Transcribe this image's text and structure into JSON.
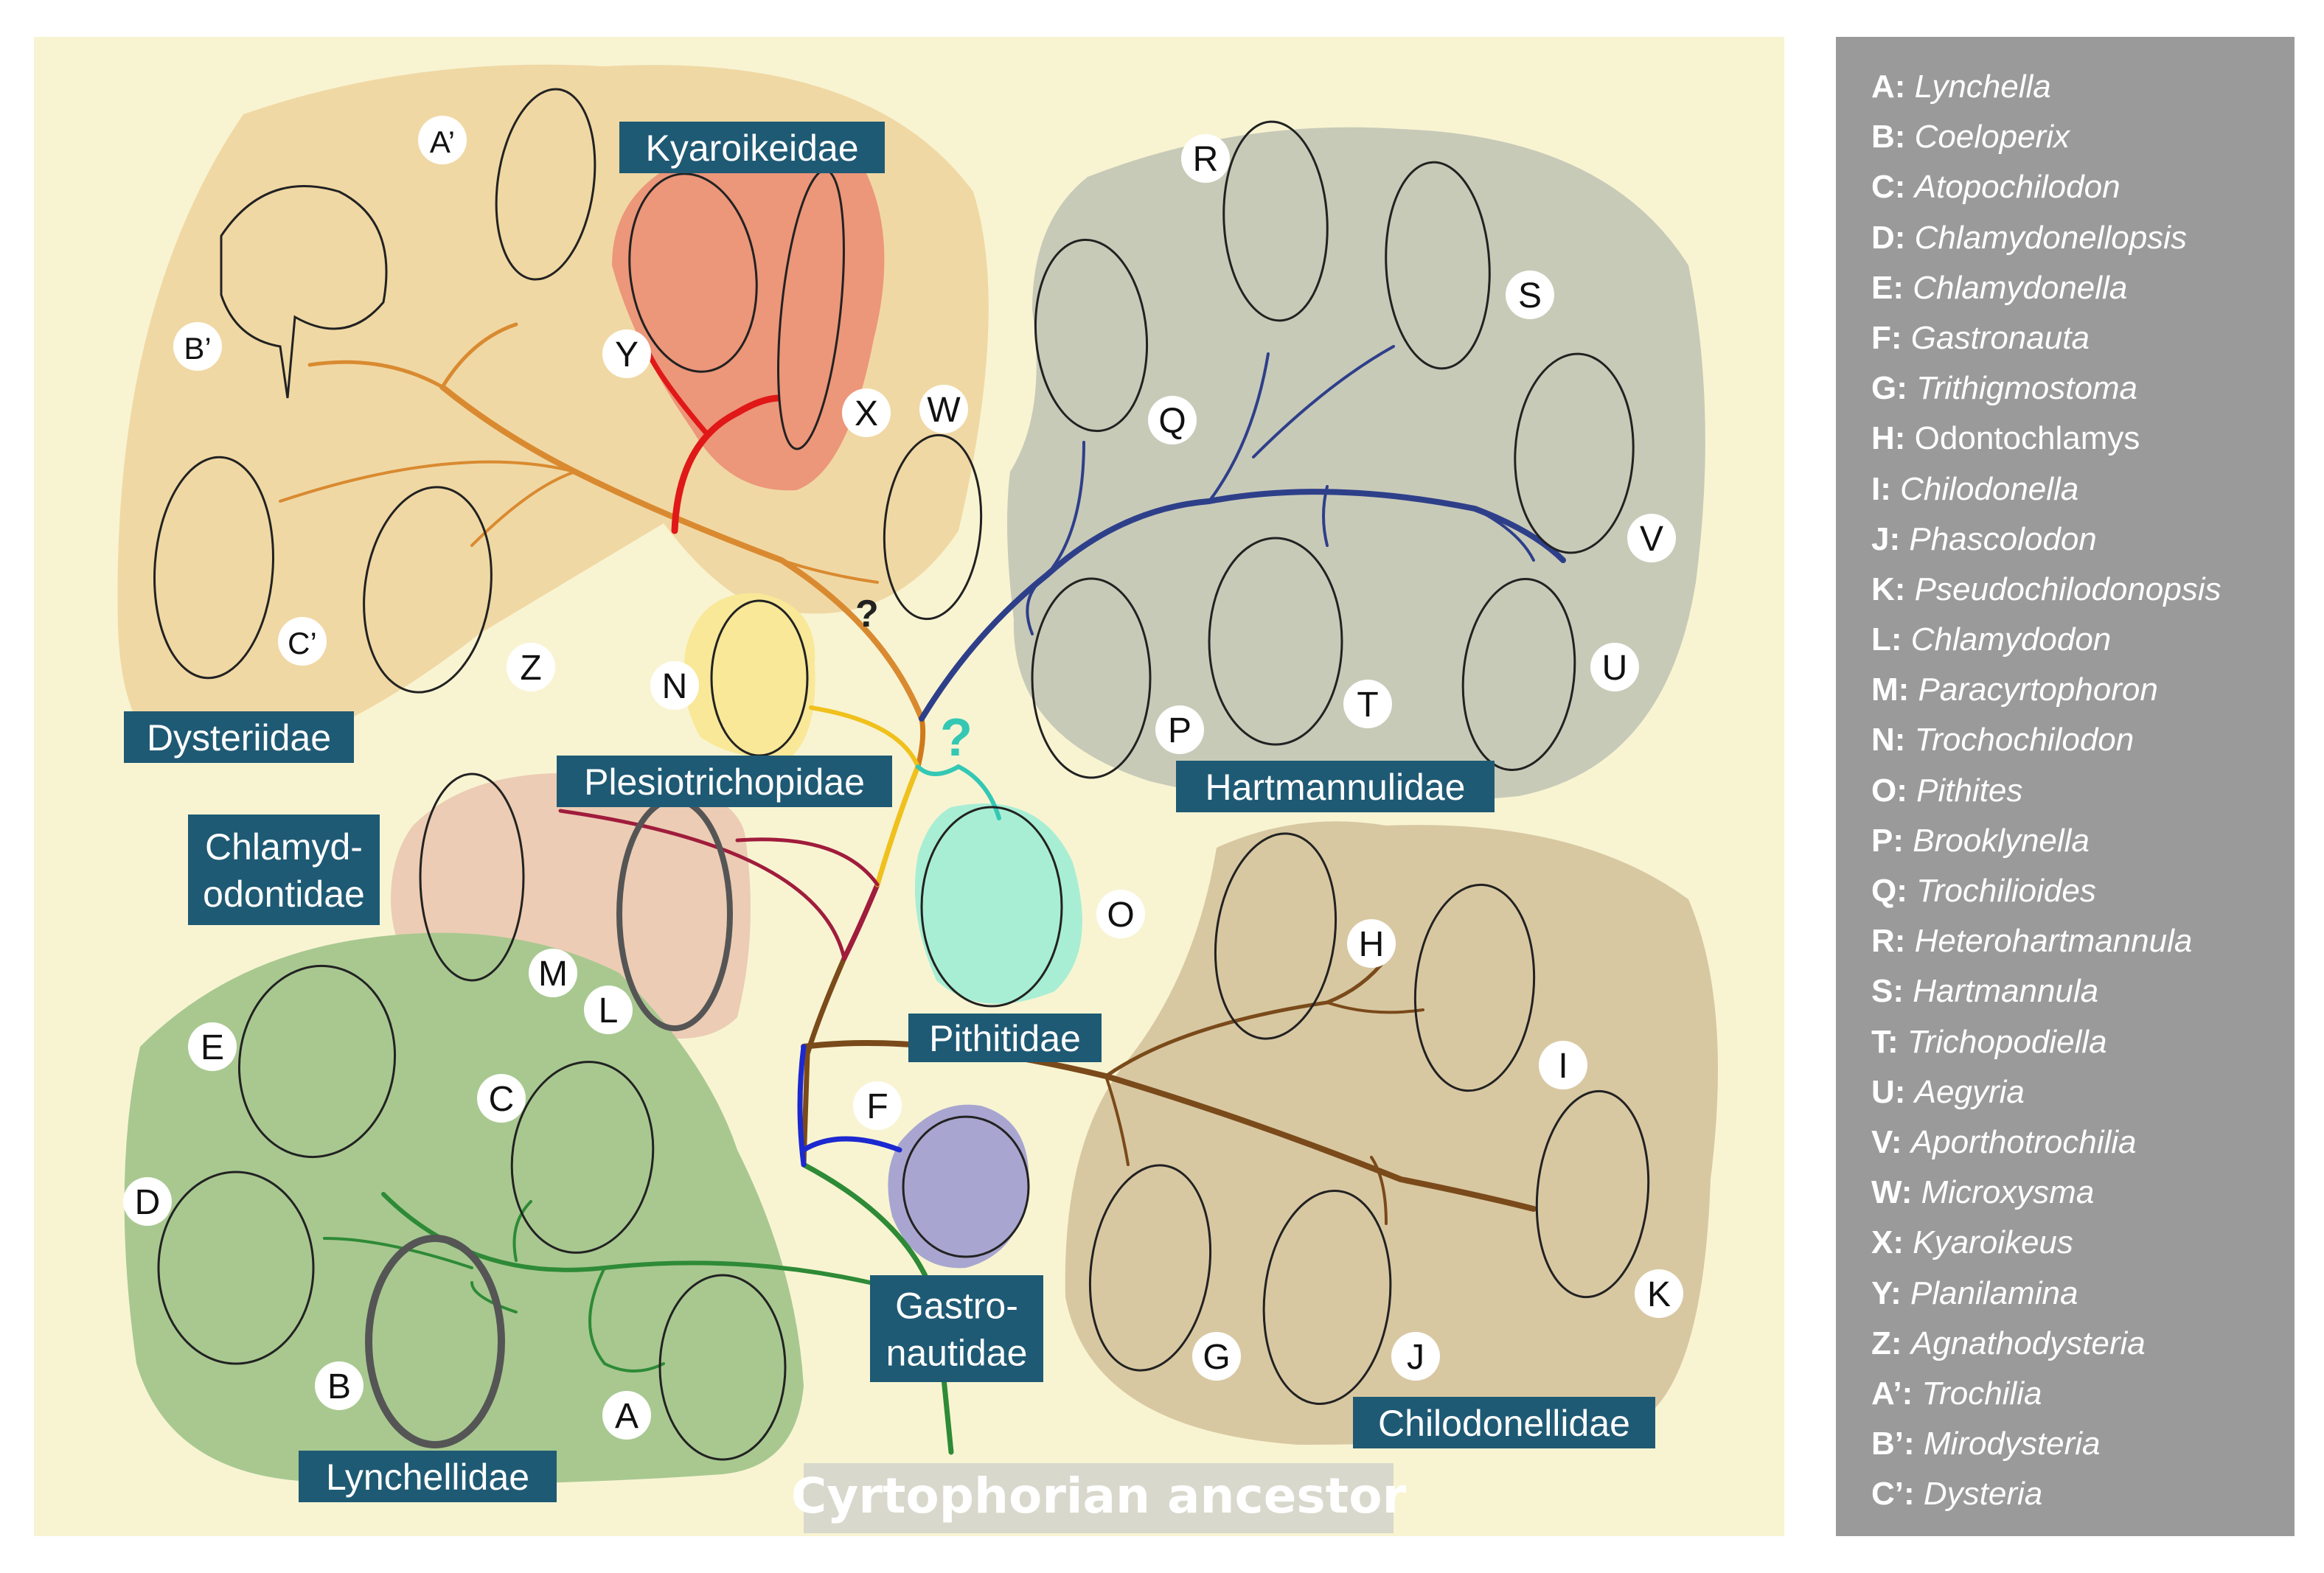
{
  "root_label": "Cyrtophorian ancestor",
  "families": [
    {
      "id": "dysteriidae",
      "label": "Dysteriidae"
    },
    {
      "id": "kyaroikeidae",
      "label": "Kyaroikeidae"
    },
    {
      "id": "hartmannulidae",
      "label": "Hartmannulidae"
    },
    {
      "id": "plesiotrichopidae",
      "label": "Plesiotrichopidae"
    },
    {
      "id": "chlamydodontidae",
      "label": "Chlamyd-\nodontidae"
    },
    {
      "id": "pithitidae",
      "label": "Pithitidae"
    },
    {
      "id": "gastronautidae",
      "label": "Gastro-\nnautidae"
    },
    {
      "id": "chilodonellidae",
      "label": "Chilodonellidae"
    },
    {
      "id": "lynchellidae",
      "label": "Lynchellidae"
    }
  ],
  "uncertain_marks": [
    "?",
    "?"
  ],
  "taxa": [
    {
      "key": "A",
      "name": "Lynchella"
    },
    {
      "key": "B",
      "name": "Coeloperix"
    },
    {
      "key": "C",
      "name": "Atopochilodon"
    },
    {
      "key": "D",
      "name": "Chlamydonellopsis"
    },
    {
      "key": "E",
      "name": "Chlamydonella"
    },
    {
      "key": "F",
      "name": "Gastronauta"
    },
    {
      "key": "G",
      "name": "Trithigmostoma"
    },
    {
      "key": "H",
      "name": "Odontochlamys",
      "upright": true
    },
    {
      "key": "I",
      "name": "Chilodonella"
    },
    {
      "key": "J",
      "name": "Phascolodon"
    },
    {
      "key": "K",
      "name": "Pseudochilodonopsis"
    },
    {
      "key": "L",
      "name": "Chlamydodon"
    },
    {
      "key": "M",
      "name": "Paracyrtophoron"
    },
    {
      "key": "N",
      "name": "Trochochilodon"
    },
    {
      "key": "O",
      "name": "Pithites"
    },
    {
      "key": "P",
      "name": "Brooklynella"
    },
    {
      "key": "Q",
      "name": "Trochilioides"
    },
    {
      "key": "R",
      "name": "Heterohartmannula"
    },
    {
      "key": "S",
      "name": "Hartmannula"
    },
    {
      "key": "T",
      "name": "Trichopodiella"
    },
    {
      "key": "U",
      "name": "Aegyria"
    },
    {
      "key": "V",
      "name": "Aporthotrochilia"
    },
    {
      "key": "W",
      "name": "Microxysma"
    },
    {
      "key": "X",
      "name": "Kyaroikeus"
    },
    {
      "key": "Y",
      "name": "Planilamina"
    },
    {
      "key": "Z",
      "name": "Agnathodysteria"
    },
    {
      "key": "A’",
      "name": "Trochilia"
    },
    {
      "key": "B’",
      "name": "Mirodysteria"
    },
    {
      "key": "C’",
      "name": "Dysteria"
    }
  ],
  "colors": {
    "background": "#f8f4d2",
    "dysteriidae": "#f0d8a4",
    "kyaroikeidae": "#ec967a",
    "hartmannulidae": "#c8cab8",
    "plesiotrichopidae": "#f8e898",
    "chlamydodontidae": "#ecccb4",
    "pithitidae": "#a8eed4",
    "gastronautidae": "#a8a6d0",
    "chilodonellidae": "#d8c8a2",
    "lynchellidae": "#a8c890",
    "label_box": "#1f5a74",
    "legend_bg": "#9a9a9a"
  },
  "icons": [
    "ciliate-cell-outline",
    "taxon-letter-circle"
  ]
}
